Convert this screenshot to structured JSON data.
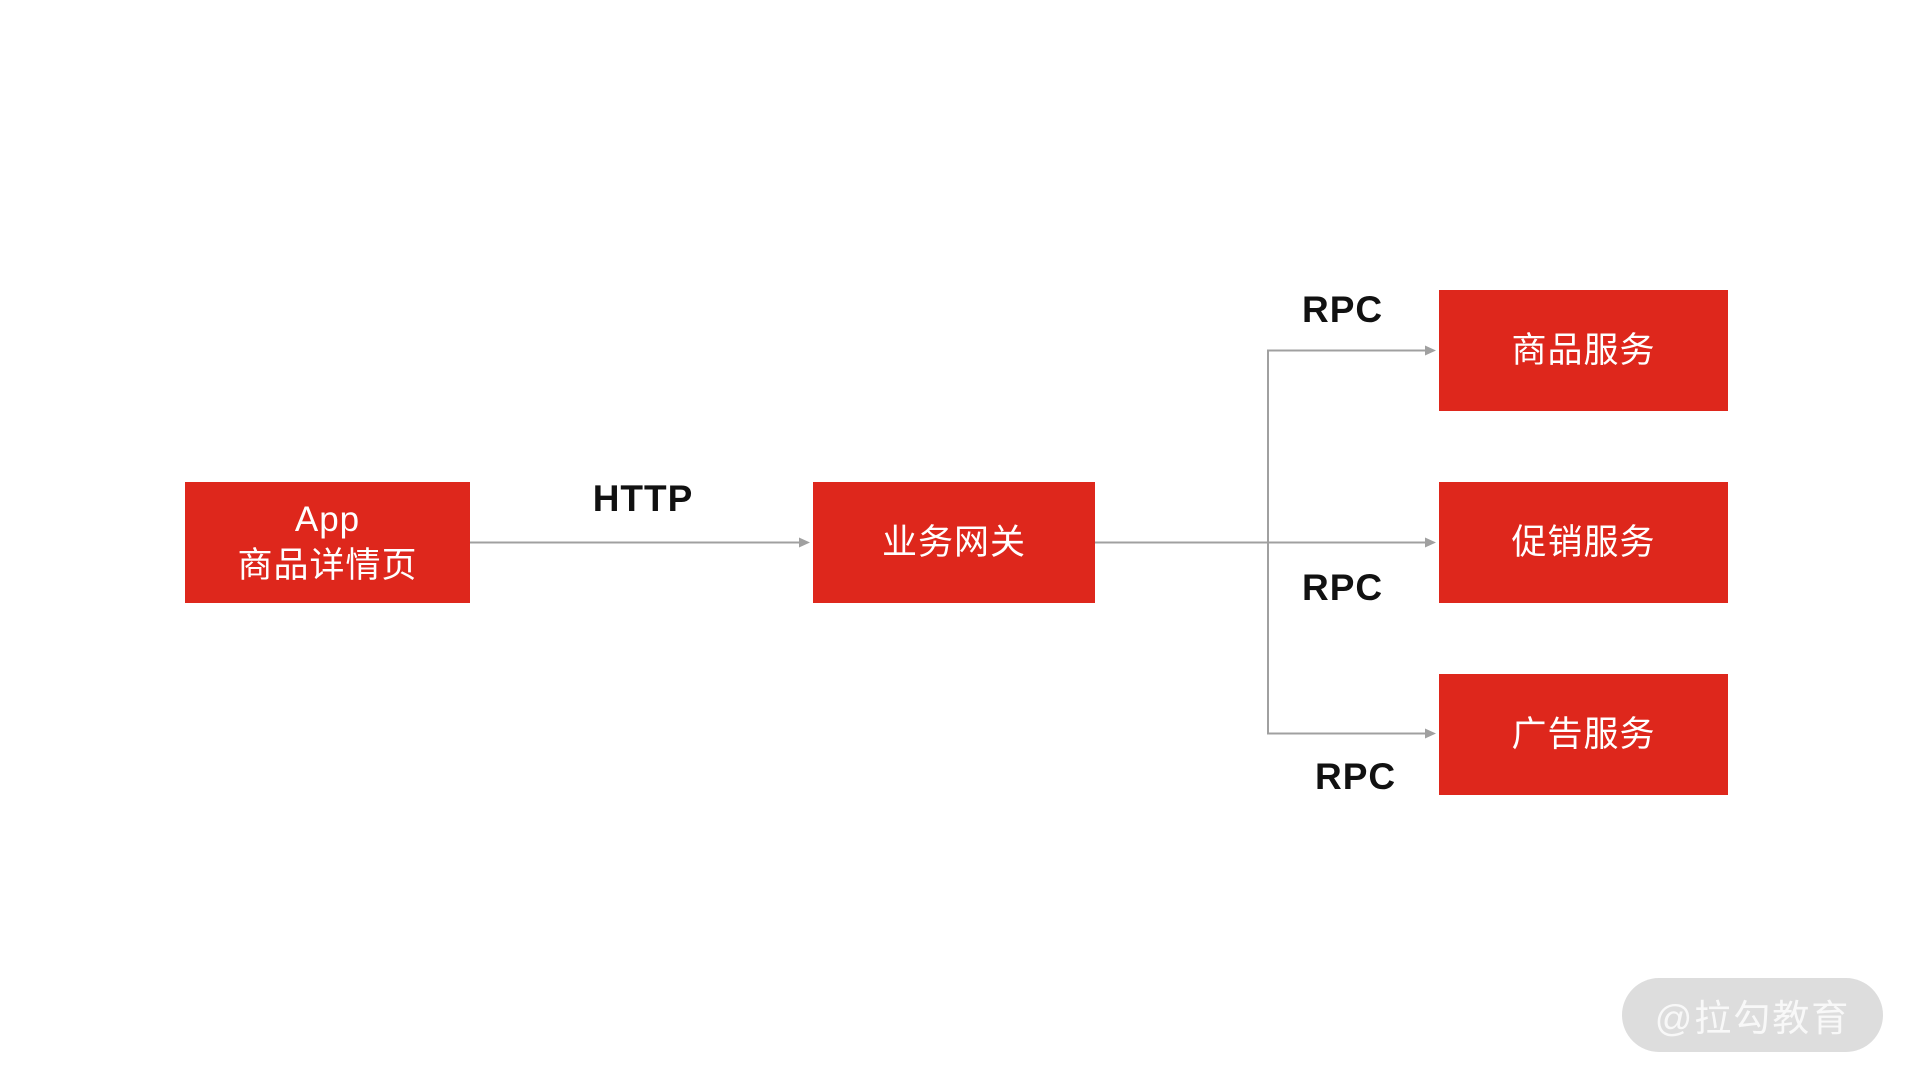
{
  "colors": {
    "node_red": "#DE271C",
    "node_text": "#FFFFFF",
    "line_gray": "#A0A0A0",
    "label_text": "#111111",
    "watermark_bg": "#DDDDDD",
    "watermark_text": "#F8F8F8"
  },
  "nodes": {
    "app": {
      "line1": "App",
      "line2": "商品详情页"
    },
    "gateway": {
      "label": "业务网关"
    },
    "services": [
      {
        "label": "商品服务"
      },
      {
        "label": "促销服务"
      },
      {
        "label": "广告服务"
      }
    ]
  },
  "edges": [
    {
      "from": "App 商品详情页",
      "to": "业务网关",
      "protocol": "HTTP"
    },
    {
      "from": "业务网关",
      "to": "商品服务",
      "protocol": "RPC"
    },
    {
      "from": "业务网关",
      "to": "促销服务",
      "protocol": "RPC"
    },
    {
      "from": "业务网关",
      "to": "广告服务",
      "protocol": "RPC"
    }
  ],
  "watermark": {
    "label": "@拉勾教育"
  }
}
